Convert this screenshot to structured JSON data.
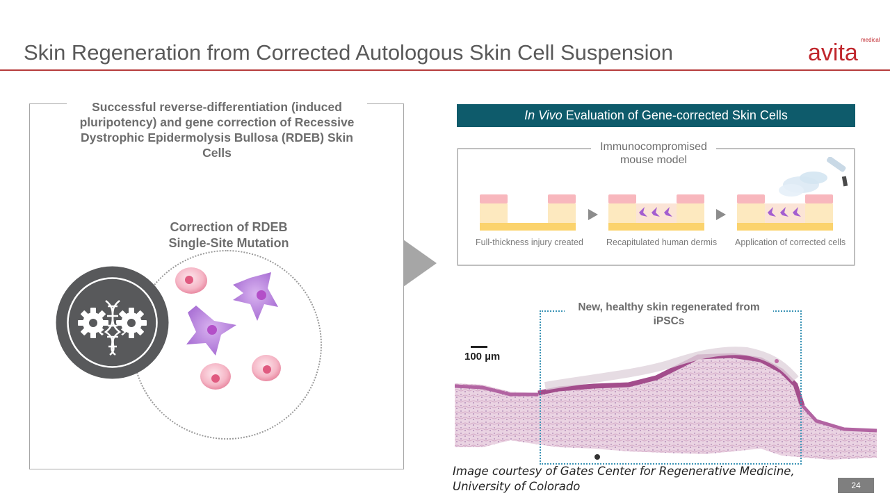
{
  "header": {
    "title": "Skin Regeneration from Corrected Autologous Skin Cell Suspension",
    "logo": {
      "wordmark": "avita",
      "sub": "medical",
      "brand_color": "#c0272d"
    },
    "rule_color": "#b53a3a"
  },
  "left_panel": {
    "heading": "Successful reverse-differentiation (induced pluripotency) and gene correction of Recessive Dystrophic Epidermolysis Bullosa (RDEB) Skin Cells",
    "sub_heading_line1": "Correction of RDEB",
    "sub_heading_line2": "Single-Site Mutation",
    "icon": "gear-dna-icon"
  },
  "right_panel": {
    "banner_italic": "In Vivo",
    "banner_rest": " Evaluation of Gene-corrected Skin Cells",
    "banner_color": "#0e5b6b",
    "model_heading_line1": "Immunocompromised",
    "model_heading_line2": "mouse model",
    "steps": [
      {
        "label": "Full-thickness injury created"
      },
      {
        "label": "Recapitulated human dermis"
      },
      {
        "label": "Application of corrected cells"
      }
    ],
    "histology_caption": "New, healthy skin regenerated from iPSCs",
    "scale_label": "100 µm",
    "credit": "Image courtesy of Gates Center for Regenerative Medicine, University of Colorado"
  },
  "footer": {
    "page_number": "24"
  }
}
